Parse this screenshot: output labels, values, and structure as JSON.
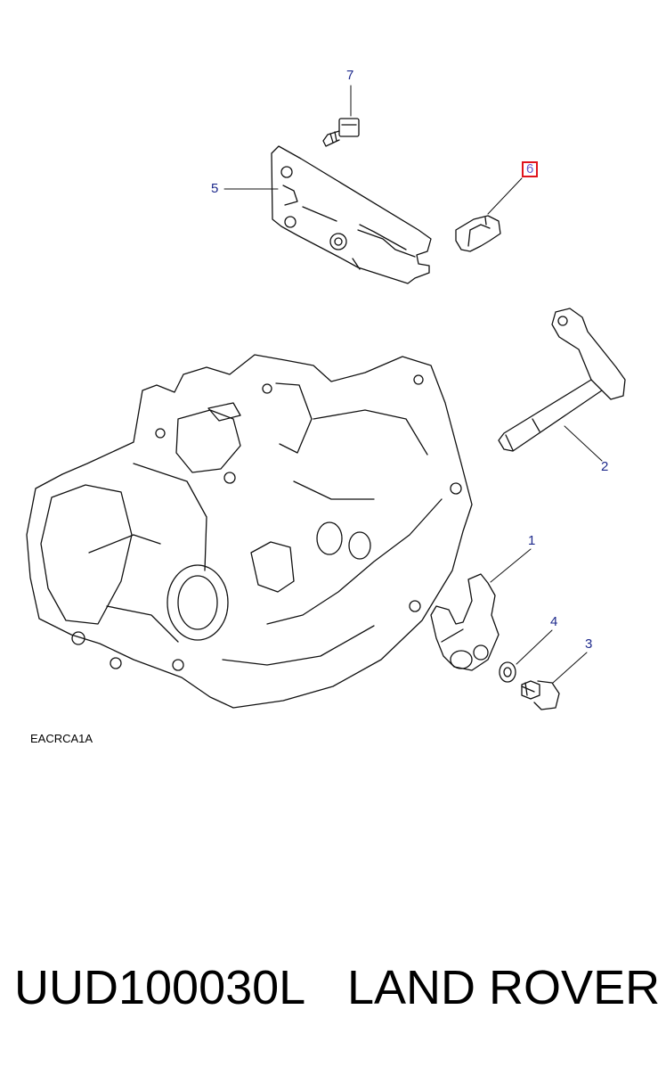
{
  "diagram": {
    "reference_code": "EACRCA1A",
    "callouts": [
      "1",
      "2",
      "3",
      "4",
      "5",
      "6",
      "7"
    ],
    "highlighted_callout": "6",
    "highlight_color": "#e0141e",
    "callout_color": "#1e2a8c"
  },
  "footer": {
    "part_number": "UUD100030L",
    "brand": "LAND ROVER"
  }
}
